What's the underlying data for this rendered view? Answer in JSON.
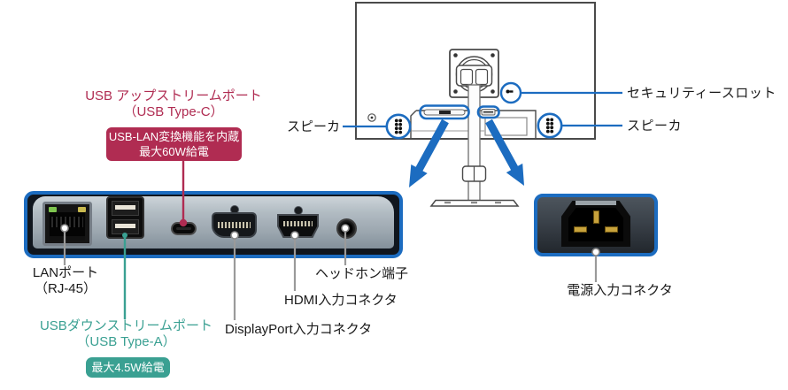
{
  "colors": {
    "highlight_blue": "#1c6cc0",
    "crimson": "#b02c52",
    "teal": "#3aa092",
    "leader_gray": "#9a9a9a"
  },
  "monitor_view": {
    "security_slot_label": "セキュリティースロット",
    "speaker_left_label": "スピーカ",
    "speaker_right_label": "スピーカ"
  },
  "ports_view": {
    "usb_c_title_line1": "USB アップストリームポート",
    "usb_c_title_line2": "（USB Type-C）",
    "usb_c_badge_line1": "USB-LAN変換機能を内蔵",
    "usb_c_badge_line2": "最大60W給電",
    "lan_label_line1": "LANポート",
    "lan_label_line2": "（RJ-45）",
    "usb_a_label_line1": "USBダウンストリームポート",
    "usb_a_label_line2": "（USB Type-A）",
    "usb_a_badge": "最大4.5W給電",
    "displayport_label": "DisplayPort入力コネクタ",
    "hdmi_label": "HDMI入力コネクタ",
    "headphone_label": "ヘッドホン端子"
  },
  "power_view": {
    "power_label": "電源入力コネクタ"
  }
}
